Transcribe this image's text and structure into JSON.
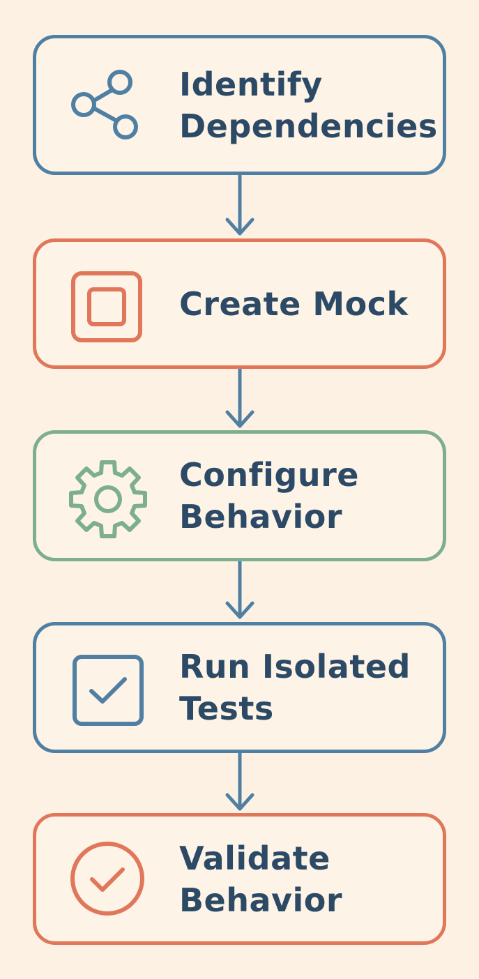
{
  "steps": [
    {
      "lines": [
        "Identify",
        "Dependencies"
      ],
      "icon": "share-nodes-icon",
      "color": "#4f7fa3"
    },
    {
      "lines": [
        "Create Mock"
      ],
      "icon": "square-in-square-icon",
      "color": "#e0775a"
    },
    {
      "lines": [
        "Configure",
        "Behavior"
      ],
      "icon": "gear-icon",
      "color": "#7daf8f"
    },
    {
      "lines": [
        "Run Isolated",
        "Tests"
      ],
      "icon": "checkbox-icon",
      "color": "#4f7fa3"
    },
    {
      "lines": [
        "Validate",
        "Behavior"
      ],
      "icon": "check-circle-icon",
      "color": "#e0775a"
    }
  ],
  "colors": {
    "background": "#fcf1e3",
    "text": "#2c4a66",
    "arrow": "#4f7fa3"
  }
}
